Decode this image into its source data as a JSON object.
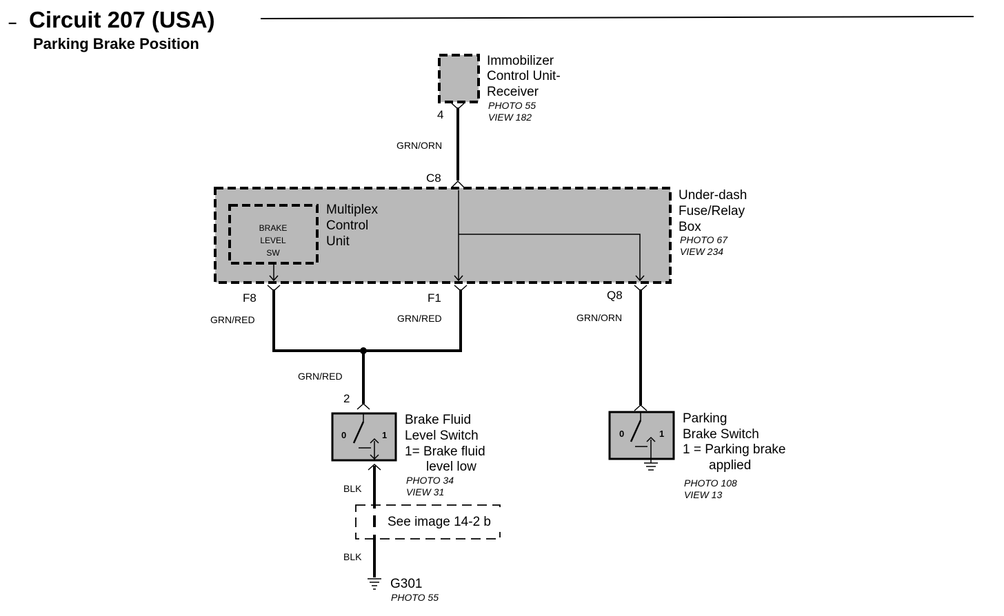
{
  "header": {
    "dash": "–",
    "title": "Circuit 207 (USA)",
    "subtitle": "Parking Brake Position"
  },
  "immobilizer": {
    "line1": "Immobilizer",
    "line2": "Control Unit-",
    "line3": "Receiver",
    "photo": "PHOTO 55",
    "view": "VIEW 182",
    "pin": "4"
  },
  "fuse_box": {
    "line1": "Under-dash",
    "line2": "Fuse/Relay",
    "line3": "Box",
    "photo": "PHOTO 67",
    "view": "VIEW 234",
    "pin_top": "C8",
    "pin_left": "F8",
    "pin_mid": "F1",
    "pin_right": "Q8"
  },
  "multiplex": {
    "line1": "Multiplex",
    "line2": "Control",
    "line3": "Unit",
    "inner_line1": "BRAKE",
    "inner_line2": "LEVEL",
    "inner_line3": "SW"
  },
  "wires": {
    "top": "GRN/ORN",
    "f8": "GRN/RED",
    "f1": "GRN/RED",
    "q8": "GRN/ORN",
    "join": "GRN/RED",
    "blk1": "BLK",
    "blk2": "BLK"
  },
  "brake_fluid_switch": {
    "pin": "2",
    "line1": "Brake Fluid",
    "line2": "Level Switch",
    "line3": "1= Brake fluid",
    "line4": "level low",
    "photo": "PHOTO 34",
    "view": "VIEW 31",
    "pos0": "0",
    "pos1": "1"
  },
  "parking_switch": {
    "line1": "Parking",
    "line2": "Brake Switch",
    "line3": "1 = Parking brake",
    "line4": "applied",
    "photo": "PHOTO 108",
    "view": "VIEW 13",
    "pos0": "0",
    "pos1": "1"
  },
  "reference": {
    "text": "See image 14-2 b"
  },
  "ground": {
    "label": "G301",
    "photo": "PHOTO 55"
  }
}
